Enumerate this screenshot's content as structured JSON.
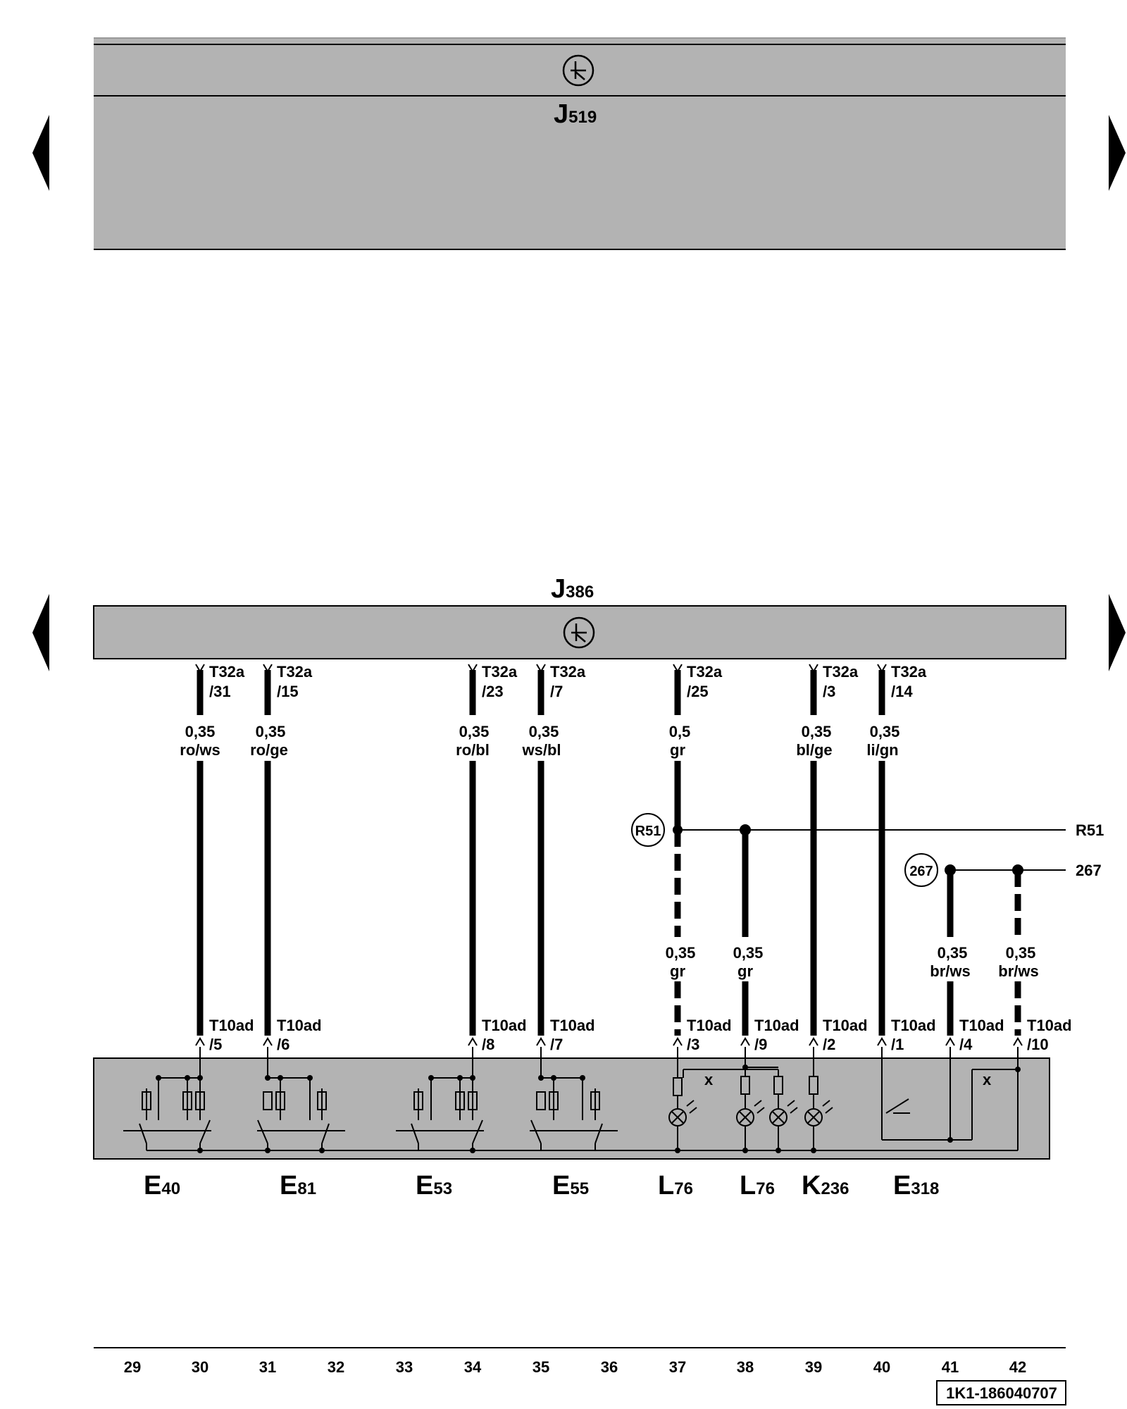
{
  "module_top": {
    "name": "J",
    "sub": "519"
  },
  "module_bottom": {
    "name": "J",
    "sub": "386"
  },
  "wires": [
    {
      "col": 30,
      "top_conn": "T32a",
      "top_pin": "/31",
      "size": "0,35",
      "color": "ro/ws",
      "bottom_conn": "T10ad",
      "bottom_pin": "/5"
    },
    {
      "col": 31,
      "top_conn": "T32a",
      "top_pin": "/15",
      "size": "0,35",
      "color": "ro/ge",
      "bottom_conn": "T10ad",
      "bottom_pin": "/6"
    },
    {
      "col": 34,
      "top_conn": "T32a",
      "top_pin": "/23",
      "size": "0,35",
      "color": "ro/bl",
      "bottom_conn": "T10ad",
      "bottom_pin": "/8"
    },
    {
      "col": 35,
      "top_conn": "T32a",
      "top_pin": "/7",
      "size": "0,35",
      "color": "ws/bl",
      "bottom_conn": "T10ad",
      "bottom_pin": "/7"
    },
    {
      "col": 37,
      "top_conn": "T32a",
      "top_pin": "/25",
      "size": "0,5",
      "color": "gr",
      "bottom_conn": "T10ad",
      "bottom_pin": "/3",
      "lower_size": "0,35",
      "lower_color": "gr"
    },
    {
      "col": 38,
      "size": "0,35",
      "color": "gr",
      "bottom_conn": "T10ad",
      "bottom_pin": "/9"
    },
    {
      "col": 39,
      "top_conn": "T32a",
      "top_pin": "/3",
      "size": "0,35",
      "color": "bl/ge",
      "bottom_conn": "T10ad",
      "bottom_pin": "/2"
    },
    {
      "col": 40,
      "top_conn": "T32a",
      "top_pin": "/14",
      "size": "0,35",
      "color": "li/gn",
      "bottom_conn": "T10ad",
      "bottom_pin": "/1"
    },
    {
      "col": 41,
      "size": "0,35",
      "color": "br/ws",
      "bottom_conn": "T10ad",
      "bottom_pin": "/4"
    },
    {
      "col": 42,
      "size": "0,35",
      "color": "br/ws",
      "bottom_conn": "T10ad",
      "bottom_pin": "/10"
    }
  ],
  "buses": [
    {
      "id": "R51",
      "label": "R51"
    },
    {
      "id": "267",
      "label": "267"
    }
  ],
  "cross_marks": [
    "x",
    "x"
  ],
  "components": [
    {
      "name": "E",
      "sub": "40"
    },
    {
      "name": "E",
      "sub": "81"
    },
    {
      "name": "E",
      "sub": "53"
    },
    {
      "name": "E",
      "sub": "55"
    },
    {
      "name": "L",
      "sub": "76"
    },
    {
      "name": "L",
      "sub": "76"
    },
    {
      "name": "K",
      "sub": "236"
    },
    {
      "name": "E",
      "sub": "318"
    }
  ],
  "columns": [
    "29",
    "30",
    "31",
    "32",
    "33",
    "34",
    "35",
    "36",
    "37",
    "38",
    "39",
    "40",
    "41",
    "42"
  ],
  "reference": "1K1-186040707"
}
